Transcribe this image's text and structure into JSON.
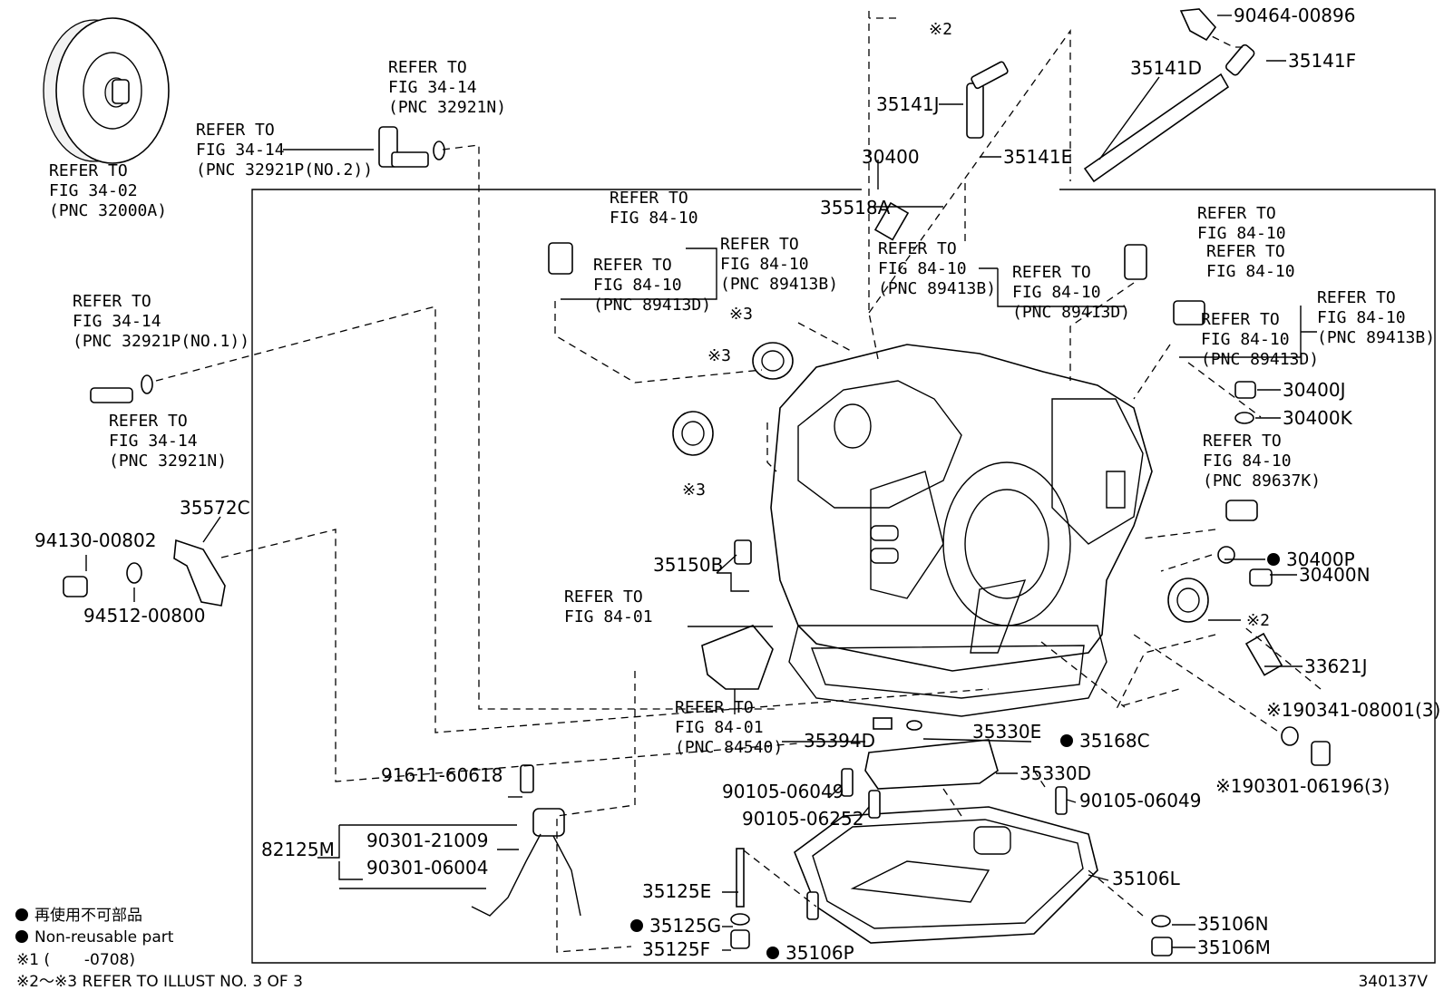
{
  "diagram": {
    "code": "340137V",
    "legend": {
      "non_reusable_jp": "再使用不可部品",
      "non_reusable_en": "Non-reusable part",
      "note1": "※1 (       -0708)",
      "note2": "※2～※3 REFER TO ILLUST NO. 3 OF 3"
    },
    "part_numbers": [
      {
        "id": "p30400",
        "text": "30400"
      },
      {
        "id": "p35518A",
        "text": "35518A"
      },
      {
        "id": "p35141J",
        "text": "35141J"
      },
      {
        "id": "p35141E",
        "text": "35141E"
      },
      {
        "id": "p35141D",
        "text": "35141D"
      },
      {
        "id": "p35141F",
        "text": "35141F"
      },
      {
        "id": "p90464",
        "text": "90464-00896"
      },
      {
        "id": "p30400J",
        "text": "30400J"
      },
      {
        "id": "p30400K",
        "text": "30400K"
      },
      {
        "id": "p30400P",
        "text": "30400P"
      },
      {
        "id": "p30400N",
        "text": "30400N"
      },
      {
        "id": "p33621J",
        "text": "33621J"
      },
      {
        "id": "p190341",
        "text": "※190341-08001(3)"
      },
      {
        "id": "p190301",
        "text": "※190301-06196(3)"
      },
      {
        "id": "p35572C",
        "text": "35572C"
      },
      {
        "id": "p94130",
        "text": "94130-00802"
      },
      {
        "id": "p94512",
        "text": "94512-00800"
      },
      {
        "id": "p35150B",
        "text": "35150B"
      },
      {
        "id": "p35394D",
        "text": "35394D"
      },
      {
        "id": "p35330E",
        "text": "35330E"
      },
      {
        "id": "p35168C",
        "text": "35168C"
      },
      {
        "id": "p35330D",
        "text": "35330D"
      },
      {
        "id": "p91611",
        "text": "91611-60618"
      },
      {
        "id": "p82125M",
        "text": "82125M"
      },
      {
        "id": "p90301a",
        "text": "90301-21009"
      },
      {
        "id": "p90301b",
        "text": "90301-06004"
      },
      {
        "id": "p90105a",
        "text": "90105-06049"
      },
      {
        "id": "p90105b",
        "text": "90105-06252"
      },
      {
        "id": "p90105c",
        "text": "90105-06049"
      },
      {
        "id": "p35106L",
        "text": "35106L"
      },
      {
        "id": "p35125E",
        "text": "35125E"
      },
      {
        "id": "p35125G",
        "text": "35125G"
      },
      {
        "id": "p35125F",
        "text": "35125F"
      },
      {
        "id": "p35106P",
        "text": "35106P"
      },
      {
        "id": "p35106N",
        "text": "35106N"
      },
      {
        "id": "p35106M",
        "text": "35106M"
      },
      {
        "id": "m2a",
        "text": "※2"
      },
      {
        "id": "m2b",
        "text": "※2"
      },
      {
        "id": "m3a",
        "text": "※3"
      },
      {
        "id": "m3b",
        "text": "※3"
      },
      {
        "id": "m3c",
        "text": "※3"
      }
    ],
    "refer_labels": [
      {
        "id": "r1",
        "lines": [
          "REFER TO",
          "FIG 34-02",
          "(PNC 32000A)"
        ]
      },
      {
        "id": "r2",
        "lines": [
          "REFER TO",
          "FIG 34-14",
          "(PNC 32921N)"
        ]
      },
      {
        "id": "r3",
        "lines": [
          "REFER TO",
          "FIG 34-14",
          "(PNC 32921P(NO.2))"
        ]
      },
      {
        "id": "r4",
        "lines": [
          "REFER TO",
          "FIG 34-14",
          "(PNC 32921P(NO.1))"
        ]
      },
      {
        "id": "r5",
        "lines": [
          "REFER TO",
          "FIG 34-14",
          "(PNC 32921N)"
        ]
      },
      {
        "id": "r6",
        "lines": [
          "REFER TO",
          "FIG 84-10"
        ]
      },
      {
        "id": "r7",
        "lines": [
          "REFER TO",
          "FIG 84-10",
          "(PNC 89413B)"
        ]
      },
      {
        "id": "r8",
        "lines": [
          "REFER TO",
          "FIG 84-10",
          "(PNC 89413D)"
        ]
      },
      {
        "id": "r9",
        "lines": [
          "REFER TO",
          "FIG 84-10",
          "(PNC 89413B)"
        ]
      },
      {
        "id": "r10",
        "lines": [
          "REFER TO",
          "FIG 84-10",
          "(PNC 89413D)"
        ]
      },
      {
        "id": "r11",
        "lines": [
          "REFER TO",
          "FIG 84-10"
        ]
      },
      {
        "id": "r12",
        "lines": [
          "REFER TO",
          "FIG 84-10"
        ]
      },
      {
        "id": "r13",
        "lines": [
          "REFER TO",
          "FIG 84-10",
          "(PNC 89413B)"
        ]
      },
      {
        "id": "r14",
        "lines": [
          "REFER TO",
          "FIG 84-10",
          "(PNC 89413D)"
        ]
      },
      {
        "id": "r15",
        "lines": [
          "REFER TO",
          "FIG 84-10",
          "(PNC 89637K)"
        ]
      },
      {
        "id": "r16",
        "lines": [
          "REFER TO",
          "FIG 84-01"
        ]
      },
      {
        "id": "r17",
        "lines": [
          "REFER TO",
          "FIG 84-01",
          "(PNC 84540)"
        ]
      }
    ]
  }
}
